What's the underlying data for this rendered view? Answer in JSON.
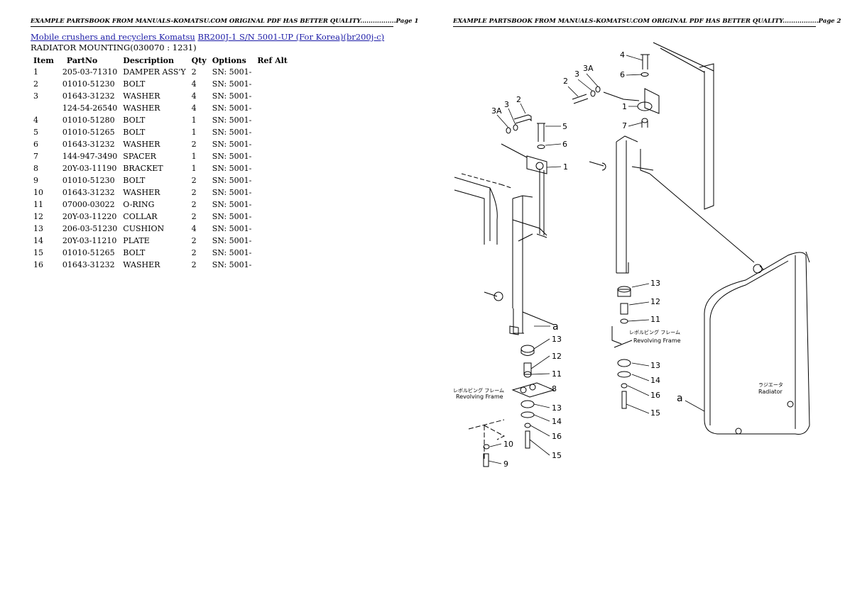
{
  "page1": {
    "header": "EXAMPLE PARTSBOOK FROM MANUALS-KOMATSU.COM ORIGINAL PDF HAS BETTER QUALITY.................Page 1",
    "link_category": "Mobile crushers and recyclers Komatsu",
    "link_model": "BR200J-1 S/N 5001-UP (For Korea)(br200j-c)",
    "subtitle": "RADIATOR MOUNTING(030070 : 1231)",
    "columns": [
      "Item",
      "PartNo",
      "Description",
      "Qty",
      "Options",
      "Ref Alt"
    ],
    "rows": [
      {
        "item": "1",
        "partno": "205-03-71310",
        "desc": "DAMPER ASS'Y",
        "qty": "2",
        "options": "SN: 5001-",
        "ref": ""
      },
      {
        "item": "2",
        "partno": "01010-51230",
        "desc": "BOLT",
        "qty": "4",
        "options": "SN: 5001-",
        "ref": ""
      },
      {
        "item": "3",
        "partno": "01643-31232",
        "desc": "WASHER",
        "qty": "4",
        "options": "SN: 5001-",
        "ref": ""
      },
      {
        "item": "",
        "partno": "124-54-26540",
        "desc": "WASHER",
        "qty": "4",
        "options": "SN: 5001-",
        "ref": ""
      },
      {
        "item": "4",
        "partno": "01010-51280",
        "desc": "BOLT",
        "qty": "1",
        "options": "SN: 5001-",
        "ref": ""
      },
      {
        "item": "5",
        "partno": "01010-51265",
        "desc": "BOLT",
        "qty": "1",
        "options": "SN: 5001-",
        "ref": ""
      },
      {
        "item": "6",
        "partno": "01643-31232",
        "desc": "WASHER",
        "qty": "2",
        "options": "SN: 5001-",
        "ref": ""
      },
      {
        "item": "7",
        "partno": "144-947-3490",
        "desc": "SPACER",
        "qty": "1",
        "options": "SN: 5001-",
        "ref": ""
      },
      {
        "item": "8",
        "partno": "20Y-03-11190",
        "desc": "BRACKET",
        "qty": "1",
        "options": "SN: 5001-",
        "ref": ""
      },
      {
        "item": "9",
        "partno": "01010-51230",
        "desc": "BOLT",
        "qty": "2",
        "options": "SN: 5001-",
        "ref": ""
      },
      {
        "item": "10",
        "partno": "01643-31232",
        "desc": "WASHER",
        "qty": "2",
        "options": "SN: 5001-",
        "ref": ""
      },
      {
        "item": "11",
        "partno": "07000-03022",
        "desc": "O-RING",
        "qty": "2",
        "options": "SN: 5001-",
        "ref": ""
      },
      {
        "item": "12",
        "partno": "20Y-03-11220",
        "desc": "COLLAR",
        "qty": "2",
        "options": "SN: 5001-",
        "ref": ""
      },
      {
        "item": "13",
        "partno": "206-03-51230",
        "desc": "CUSHION",
        "qty": "4",
        "options": "SN: 5001-",
        "ref": ""
      },
      {
        "item": "14",
        "partno": "20Y-03-11210",
        "desc": "PLATE",
        "qty": "2",
        "options": "SN: 5001-",
        "ref": ""
      },
      {
        "item": "15",
        "partno": "01010-51265",
        "desc": "BOLT",
        "qty": "2",
        "options": "SN: 5001-",
        "ref": ""
      },
      {
        "item": "16",
        "partno": "01643-31232",
        "desc": "WASHER",
        "qty": "2",
        "options": "SN: 5001-",
        "ref": ""
      }
    ]
  },
  "page2": {
    "header": "EXAMPLE PARTSBOOK FROM MANUALS-KOMATSU.COM ORIGINAL PDF HAS BETTER QUALITY.................Page 2",
    "diagram": {
      "callouts_left": {
        "c3A": "3A",
        "c3": "3",
        "c2": "2",
        "c5": "5",
        "c6": "6",
        "c1": "1",
        "ca": "a",
        "c13": "13",
        "c12": "12",
        "c11": "11",
        "c8": "8",
        "c13b": "13",
        "c14": "14",
        "c16": "16",
        "c15": "15",
        "c10": "10",
        "c9": "9"
      },
      "callouts_right": {
        "c4": "4",
        "c3A": "3A",
        "c3": "3",
        "c2": "2",
        "c6": "6",
        "c1": "1",
        "c7": "7",
        "c13": "13",
        "c12": "12",
        "c11": "11",
        "c13b": "13",
        "c14": "14",
        "c16": "16",
        "c15": "15",
        "ca": "a"
      },
      "frame_label_jp": "レボルビング フレーム",
      "frame_label_en": "Revolving Frame",
      "radiator_label_jp": "ラジエータ",
      "radiator_label_en": "Radiator"
    }
  }
}
